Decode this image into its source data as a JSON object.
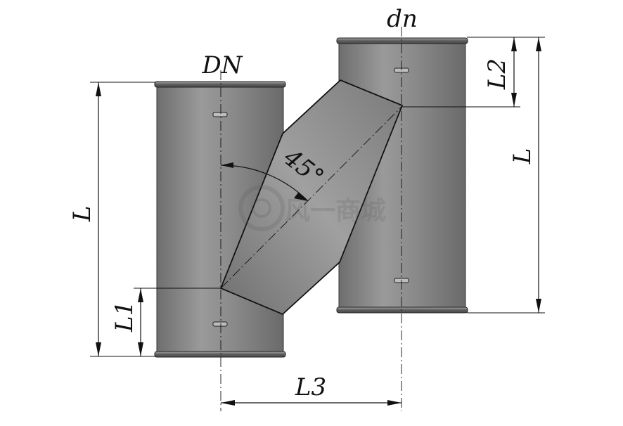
{
  "labels": {
    "dn_small": "dn",
    "dn_large": "DN",
    "angle": "45°",
    "length_left": "L",
    "length_right": "L",
    "l1": "L1",
    "l2": "L2",
    "l3": "L3"
  },
  "watermark": "风一商城",
  "colors": {
    "pipe_body": "#8c8c8c",
    "pipe_shadow": "#6e6e6e",
    "pipe_highlight": "#b5b5b5",
    "flange": "#5a5a5a",
    "line": "#111111",
    "background": "#ffffff"
  }
}
